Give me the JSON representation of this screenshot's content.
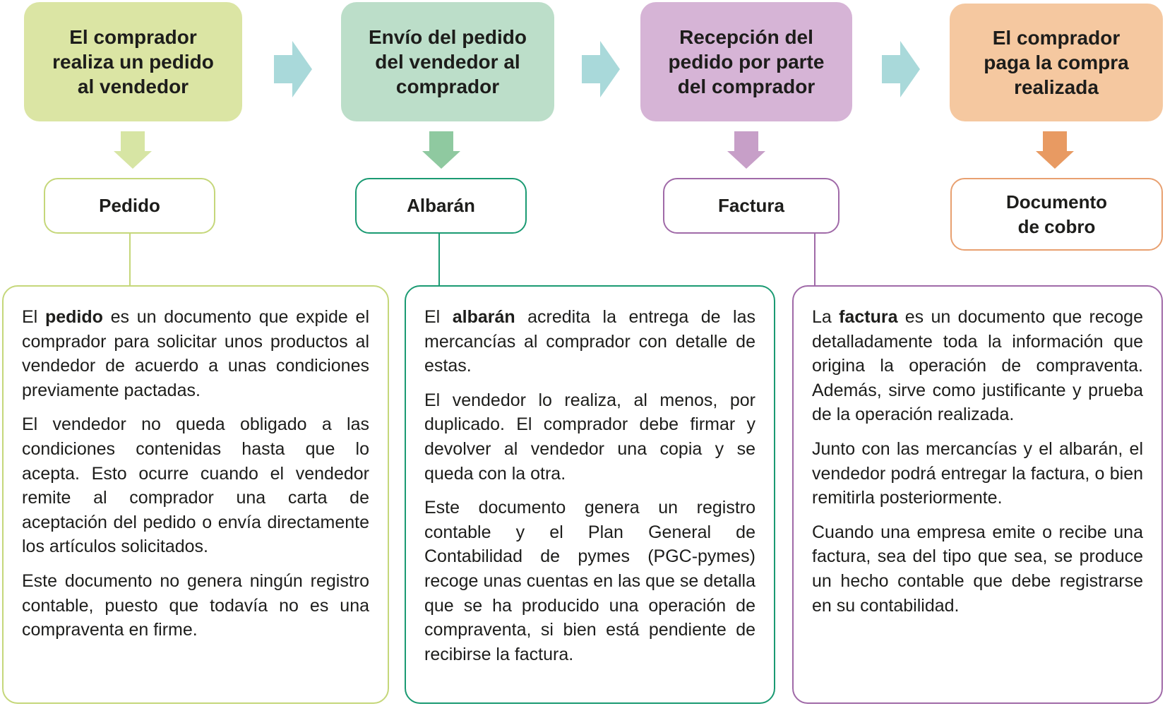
{
  "colors": {
    "step1": "#dbe5a4",
    "step2": "#bcdec9",
    "step3": "#d6b4d6",
    "step4": "#f5c8a0",
    "down1": "#d7e5a4",
    "down2": "#8fc9a0",
    "down3": "#c79fc8",
    "down4": "#e89a62",
    "border1": "#c5d77a",
    "border2": "#1a9a72",
    "border3": "#a06aa8",
    "border4": "#e8a070",
    "flow_arrow": "#a9d9da"
  },
  "steps": [
    {
      "title": "El comprador realiza un pedido al vendedor",
      "document": "Pedido"
    },
    {
      "title": "Envío del pedido del vendedor al comprador",
      "document": "Albarán"
    },
    {
      "title": "Recepción del pedido por parte del comprador",
      "document": "Factura"
    },
    {
      "title": "El comprador paga la compra realizada",
      "document": "Documento de cobro"
    }
  ],
  "cards": [
    {
      "paragraphs": [
        {
          "pre": "El ",
          "bold": "pedido",
          "post": " es un documento que expide el comprador para solicitar unos productos al vendedor de acuerdo a unas condiciones previamente pactadas."
        },
        {
          "pre": "El vendedor no queda obligado a las condiciones contenidas hasta que lo acepta. Esto ocurre cuando el vendedor remite al comprador una carta de aceptación del pedido o envía directamente los artículos solicitados."
        },
        {
          "pre": "Este documento no genera ningún registro contable, puesto que todavía no es una compraventa en firme."
        }
      ]
    },
    {
      "paragraphs": [
        {
          "pre": "El ",
          "bold": "albarán",
          "post": " acredita la entrega de las mercancías al comprador con detalle de estas."
        },
        {
          "pre": "El vendedor lo realiza, al menos, por duplicado. El comprador debe firmar y devolver al vendedor una copia y se queda con la otra."
        },
        {
          "pre": "Este documento genera un registro contable y el Plan General de Contabilidad de pymes (PGC-pymes) recoge unas cuentas en las que se detalla que se ha producido una operación de compraventa, si bien está pendiente de recibirse la factura."
        }
      ]
    },
    {
      "paragraphs": [
        {
          "pre": "La ",
          "bold": "factura",
          "post": " es un documento que recoge detalladamente toda la información que origina la operación de compraventa. Además, sirve como justificante y prueba de la operación realizada."
        },
        {
          "pre": "Junto con las mercancías y el albarán, el vendedor podrá entregar la factura, o bien remitirla posteriormente."
        },
        {
          "pre": "Cuando una empresa emite o recibe una factura, sea del tipo que sea, se produce un hecho contable que debe registrarse en su contabilidad."
        }
      ]
    }
  ]
}
